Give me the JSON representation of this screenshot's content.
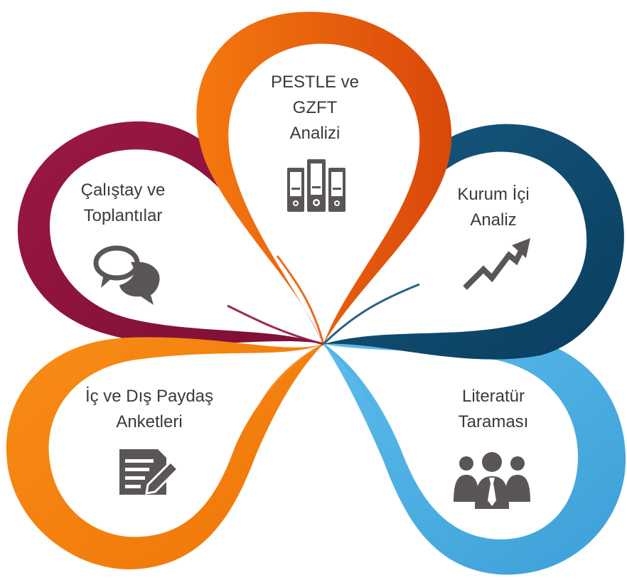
{
  "petals": [
    {
      "id": "pestle",
      "lines": [
        "PESTLE ve",
        "GZFT",
        "Analizi"
      ],
      "color": "#e85d0c",
      "color_dark": "#d8490a",
      "icon": "binders-icon"
    },
    {
      "id": "kurum",
      "lines": [
        "Kurum İçi",
        "Analiz"
      ],
      "color": "#115176",
      "color_dark": "#0b3f60",
      "icon": "trend-arrow-icon"
    },
    {
      "id": "literatur",
      "lines": [
        "Literatür",
        "Taraması"
      ],
      "color": "#4fb3e6",
      "color_dark": "#3aa1d6",
      "icon": "people-group-icon"
    },
    {
      "id": "paydas",
      "lines": [
        "İç ve Dış Paydaş",
        "Anketleri"
      ],
      "color": "#f5820f",
      "color_dark": "#ee7a08",
      "icon": "survey-form-icon"
    },
    {
      "id": "calistay",
      "lines": [
        "Çalıştay ve",
        "Toplantılar"
      ],
      "color": "#93153f",
      "color_dark": "#7f1036",
      "icon": "chat-bubbles-icon"
    }
  ],
  "icon_color": "#5a5655"
}
